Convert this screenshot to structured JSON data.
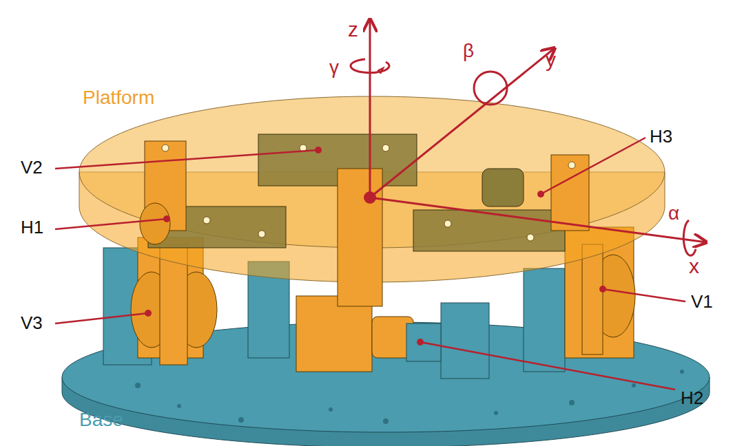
{
  "diagram": {
    "labels": [
      "z",
      "γ",
      "β",
      "y",
      "Platform",
      "V2",
      "H3",
      "H1",
      "α",
      "x",
      "V3",
      "V1",
      "H2",
      "Base"
    ]
  }
}
